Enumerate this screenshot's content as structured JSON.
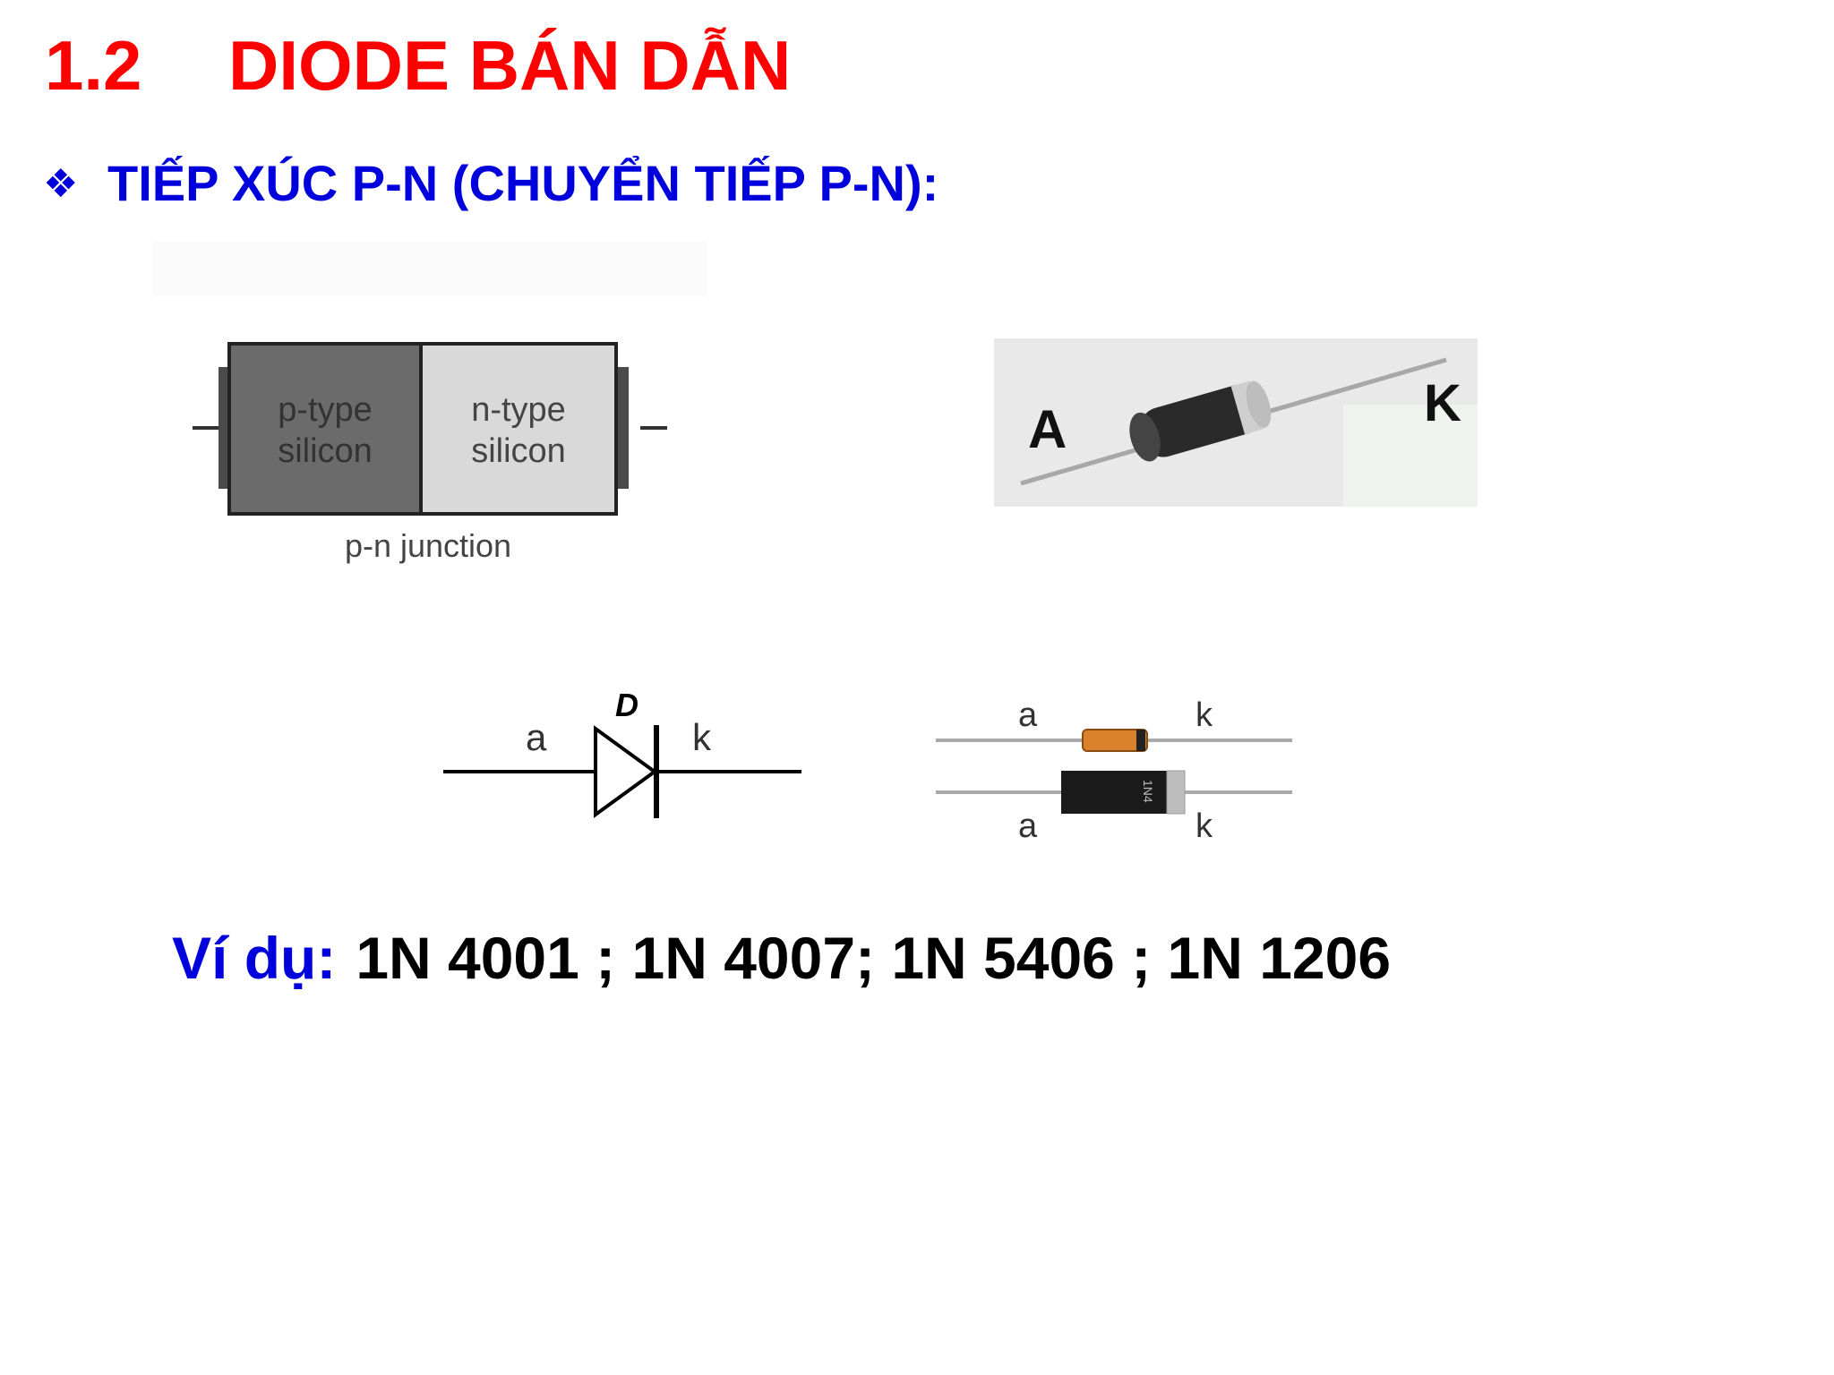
{
  "title": {
    "number": "1.2",
    "text": "DIODE BÁN DẪN"
  },
  "subtitle": {
    "bullet": "❖",
    "text": "TIẾP XÚC P-N (CHUYỂN TIẾP P-N):"
  },
  "junction_figure": {
    "p_label_line1": "p-type",
    "p_label_line2": "silicon",
    "n_label_line1": "n-type",
    "n_label_line2": "silicon",
    "caption": "p-n junction",
    "p_color": "#6b6b6b",
    "n_color": "#d9d9d9"
  },
  "diode_photo": {
    "anode_label": "A",
    "cathode_label": "K"
  },
  "schematic_symbol": {
    "designator": "D",
    "anode_label": "a",
    "cathode_label": "k"
  },
  "package_figure": {
    "top_anode_label": "a",
    "top_cathode_label": "k",
    "bottom_anode_label": "a",
    "bottom_cathode_label": "k",
    "bottom_body_marking": "1N4"
  },
  "example": {
    "label": "Ví dụ:",
    "values": "1N 4001 ; 1N 4007; 1N 5406 ; 1N 1206"
  }
}
